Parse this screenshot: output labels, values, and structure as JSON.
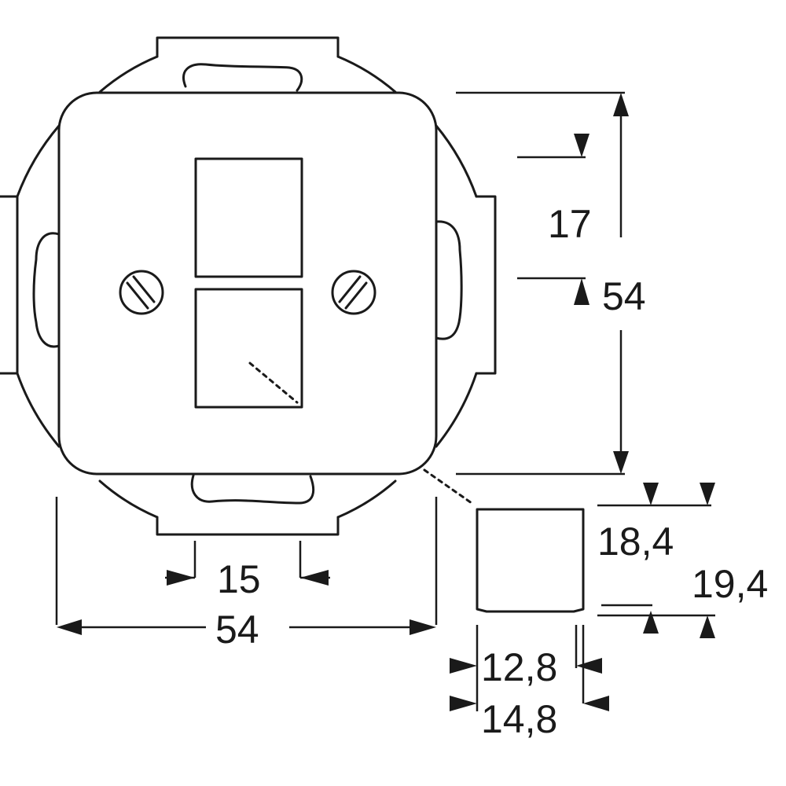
{
  "dimensions": {
    "height_total": "54",
    "height_offset": "17",
    "width_total": "54",
    "width_tab": "15",
    "module_height_inner": "18,4",
    "module_height_outer": "19,4",
    "module_width_inner": "12,8",
    "module_width_outer": "14,8"
  },
  "colors": {
    "line": "#1a1a1a",
    "background": "#ffffff"
  }
}
